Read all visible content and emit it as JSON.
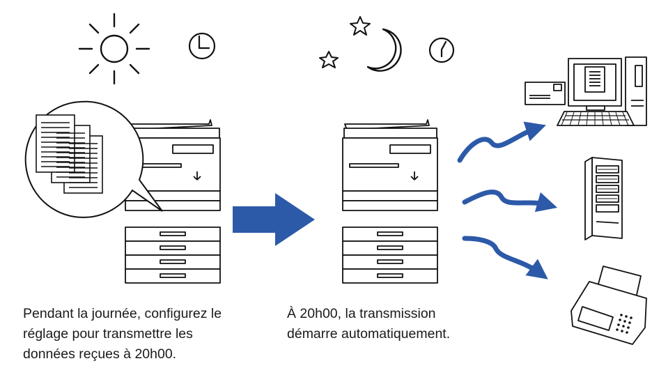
{
  "captions": {
    "day": {
      "lines": [
        "Pendant la journée, configurez le",
        "réglage pour transmettre les",
        "données reçues à 20h00."
      ]
    },
    "night": {
      "lines": [
        "À 20h00, la transmission",
        "démarre automatiquement."
      ]
    }
  },
  "icons": {
    "day_time": [
      "sun-icon",
      "clock-icon"
    ],
    "night_time": [
      "star-icon",
      "moon-icon",
      "clock-icon"
    ],
    "received_data": "document-stack-icon",
    "transition": "right-arrow-icon",
    "destinations": [
      "email-computer-icon",
      "server-icon",
      "fax-icon"
    ]
  },
  "colors": {
    "arrow": "#2c5aa8",
    "line": "#111111",
    "paper": "#ffffff"
  }
}
